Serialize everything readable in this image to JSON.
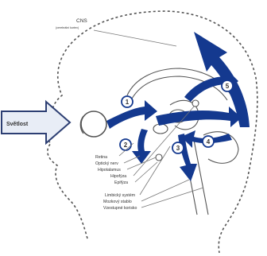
{
  "diagram": {
    "cns_title": "CNS",
    "cns_subtitle": "(cerebrální kortex)",
    "light_label": "Světlost",
    "labels": [
      "Retina",
      "Optický nerv",
      "Hipotalamus",
      "Hipofýza",
      "Epifýza",
      "Limbický systém",
      "Mozkový stablo",
      "Vzestupné korisko"
    ],
    "step_numbers": [
      "1",
      "2",
      "3",
      "4",
      "5"
    ],
    "colors": {
      "outline": "#555555",
      "arrow": "#14398f",
      "light_arrow_fill": "#e8edf6",
      "text": "#333333"
    }
  }
}
